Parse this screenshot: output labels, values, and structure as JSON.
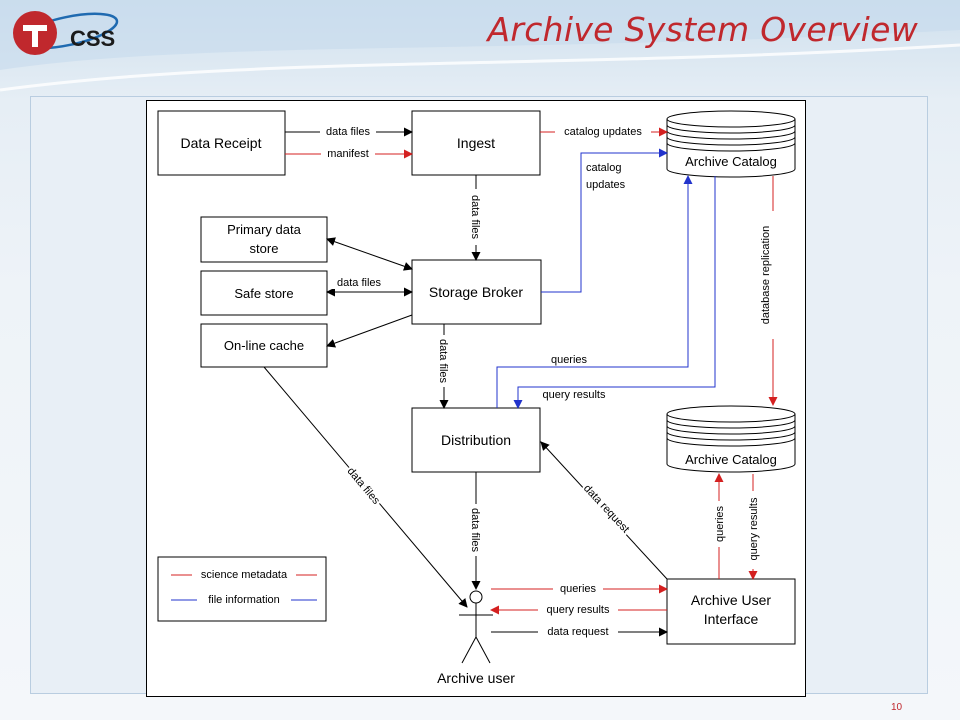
{
  "slide": {
    "title": "Archive System Overview",
    "page_number": "10",
    "logo_text": "CSS"
  },
  "colors": {
    "title": "#c0282d",
    "science_metadata": "#d42020",
    "file_information": "#2233cc",
    "data_flow": "#000000"
  },
  "boxes": {
    "data_receipt": "Data Receipt",
    "ingest": "Ingest",
    "archive_catalog_top": "Archive Catalog",
    "primary_store_line1": "Primary data",
    "primary_store_line2": "store",
    "safe_store": "Safe store",
    "online_cache": "On-line cache",
    "storage_broker": "Storage Broker",
    "distribution": "Distribution",
    "archive_catalog_bottom": "Archive Catalog",
    "aui_line1": "Archive User",
    "aui_line2": "Interface",
    "archive_user": "Archive user"
  },
  "labels": {
    "data_files_1": "data files",
    "manifest": "manifest",
    "catalog_updates_1": "catalog updates",
    "catalog_updates_2a": "catalog",
    "catalog_updates_2b": "updates",
    "data_files_v1": "data files",
    "data_files_safe": "data files",
    "data_files_v2": "data files",
    "queries_1": "queries",
    "query_results_1": "query results",
    "database_replication": "database replication",
    "data_files_diag": "data files",
    "data_request_diag": "data request",
    "data_files_v3": "data files",
    "queries_v": "queries",
    "query_results_v": "query results",
    "queries_2": "queries",
    "query_results_2": "query results",
    "data_request_2": "data request"
  },
  "legend": {
    "science_metadata": "science metadata",
    "file_information": "file information"
  }
}
